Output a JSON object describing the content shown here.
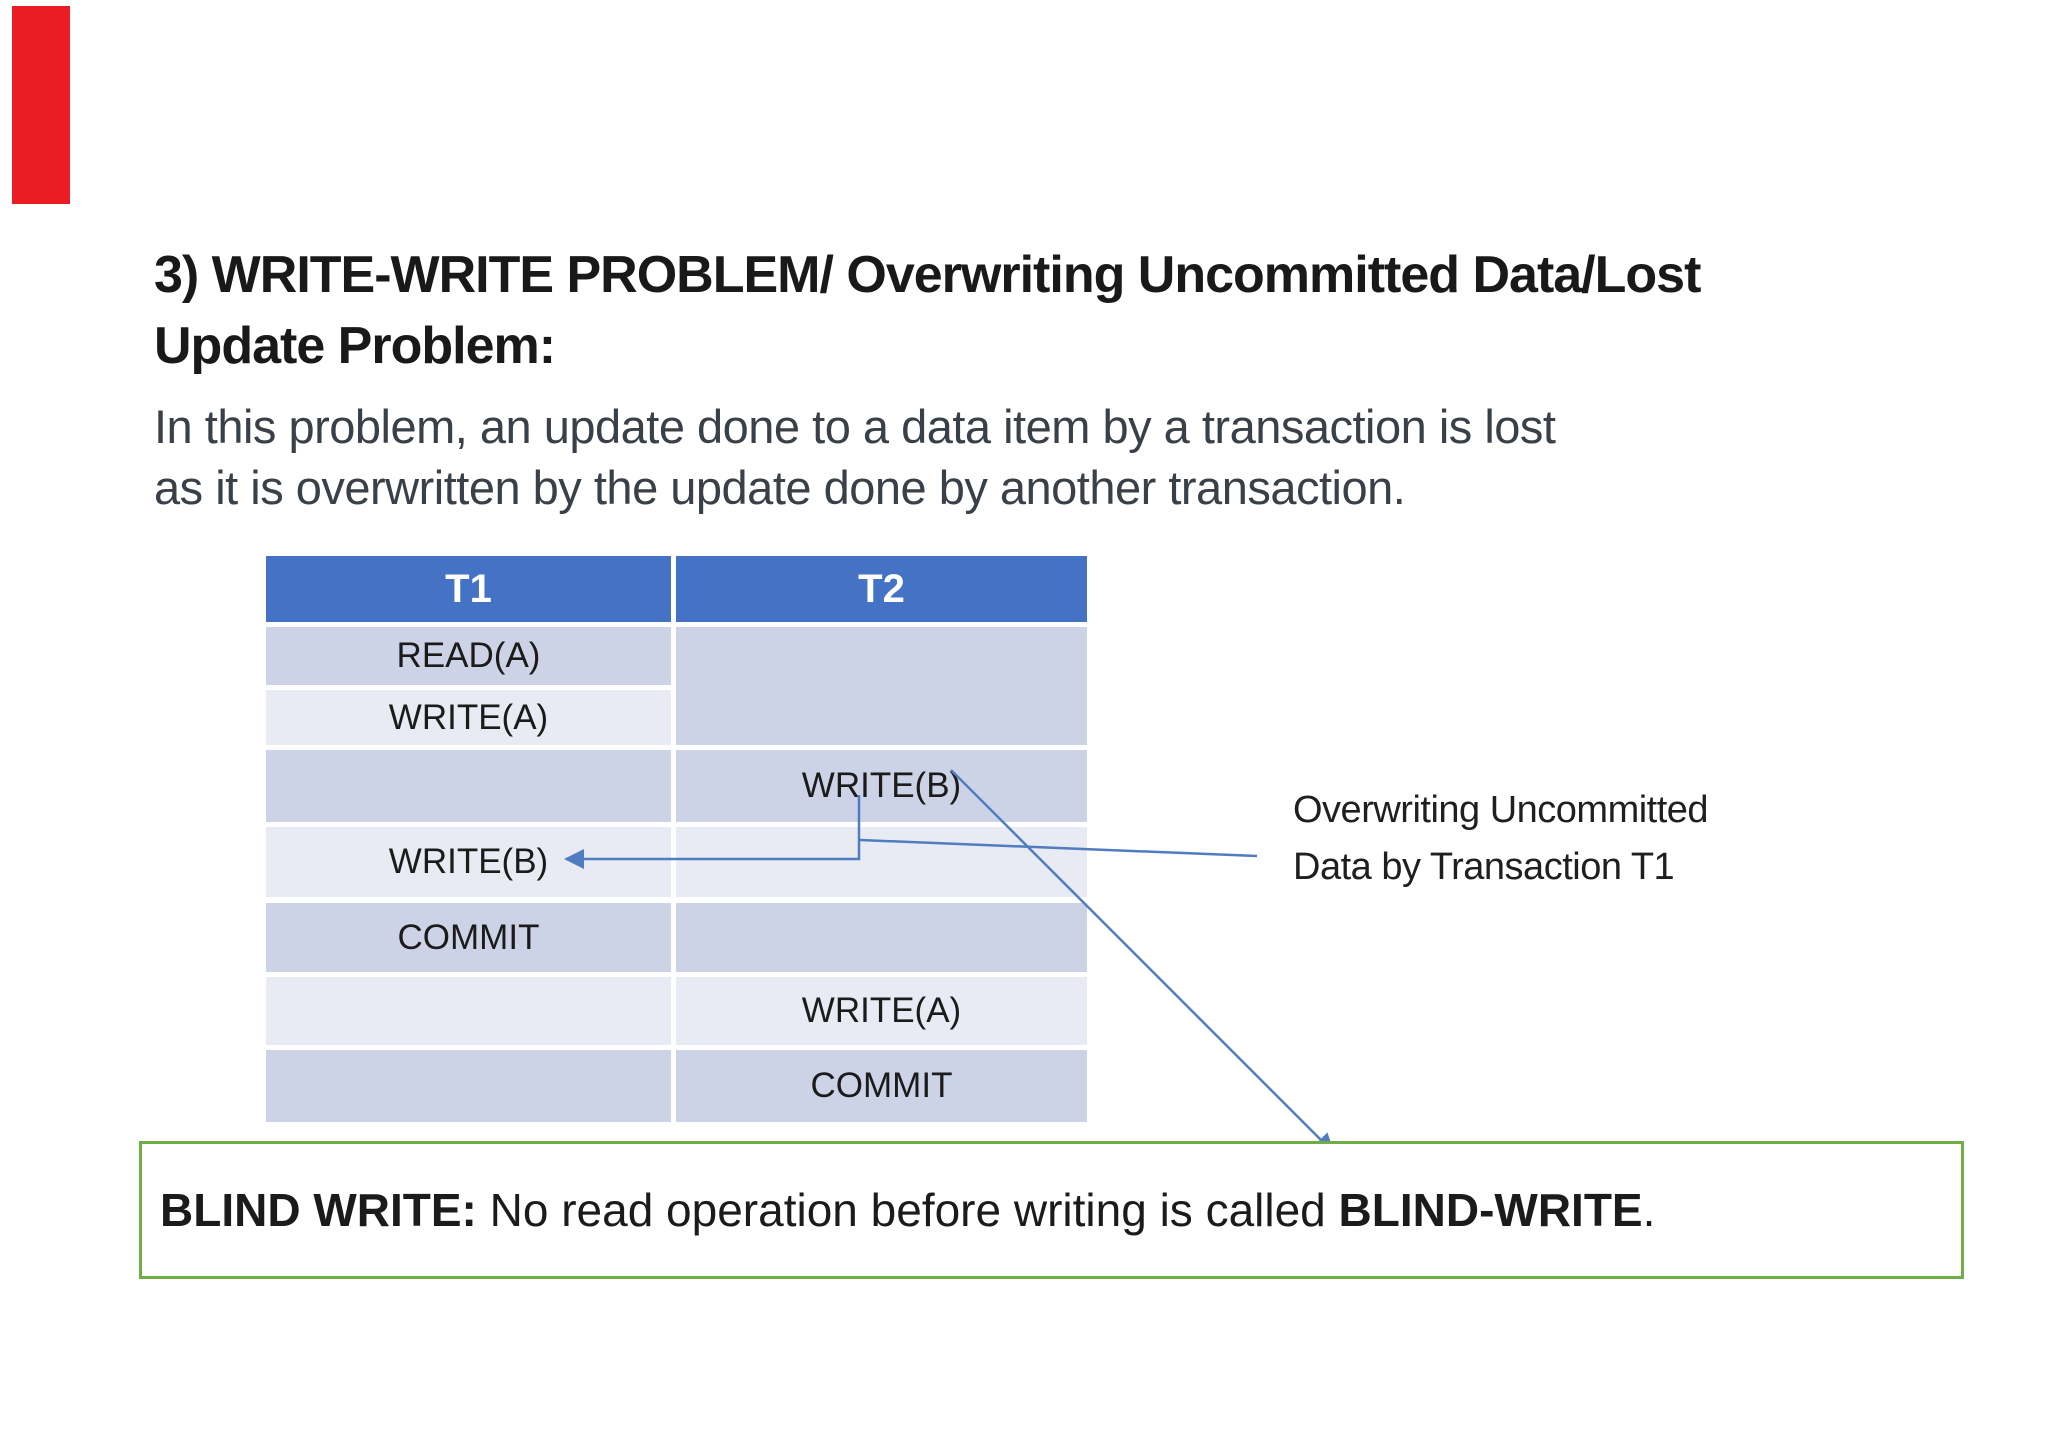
{
  "title": {
    "line1": "3) WRITE-WRITE PROBLEM/ Overwriting Uncommitted Data/Lost",
    "line2": "Update Problem:"
  },
  "intro": {
    "line1": "In this problem, an update done to a data item by a transaction is lost",
    "line2": "as it is overwritten by the update done by another transaction."
  },
  "table": {
    "headers": [
      "T1",
      "T2"
    ],
    "rows": [
      {
        "t1": "READ(A)",
        "t2": ""
      },
      {
        "t1": "WRITE(A)",
        "t2": ""
      },
      {
        "t1": "",
        "t2": "WRITE(B)"
      },
      {
        "t1": "WRITE(B)",
        "t2": ""
      },
      {
        "t1": "COMMIT",
        "t2": ""
      },
      {
        "t1": "",
        "t2": "WRITE(A)"
      },
      {
        "t1": "",
        "t2": "COMMIT"
      }
    ]
  },
  "annotation": {
    "line1": "Overwriting Uncommitted",
    "line2": "Data by Transaction T1"
  },
  "note_box": {
    "lead_bold": "BLIND WRITE:",
    "body": " No read operation before writing is called ",
    "term_bold": "BLIND-WRITE",
    "tail": "."
  },
  "colors": {
    "header_blue": "#4472c4",
    "row_dark": "#cdd3e7",
    "row_light": "#e9ebf4",
    "arrow_blue": "#4f7dc0",
    "green_border": "#70ad47",
    "red_bar": "#ec1c24"
  }
}
